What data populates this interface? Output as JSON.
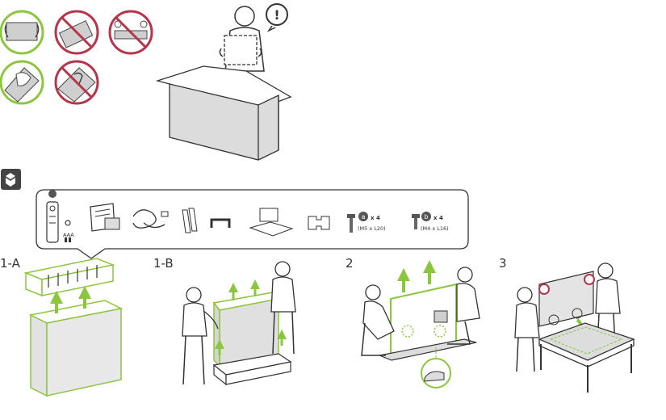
{
  "steps": {
    "step_1a": "1-A",
    "step_1b": "1-B",
    "step_2": "2",
    "step_3": "3"
  },
  "accessories": {
    "battery_label": "AAA",
    "screw_a_letter": "a",
    "screw_a_count": "x 4",
    "screw_a_size": "(M5 x L20)",
    "screw_b_letter": "b",
    "screw_b_count": "x 4",
    "screw_b_size": "(M4 x L16)"
  },
  "icons": {
    "warning": "exclamation-icon",
    "box": "package-icon"
  },
  "colors": {
    "ok_green": "#8cc63f",
    "no_red": "#b5354a",
    "line_dark": "#333333",
    "fill_grey": "#dcdcdc"
  }
}
